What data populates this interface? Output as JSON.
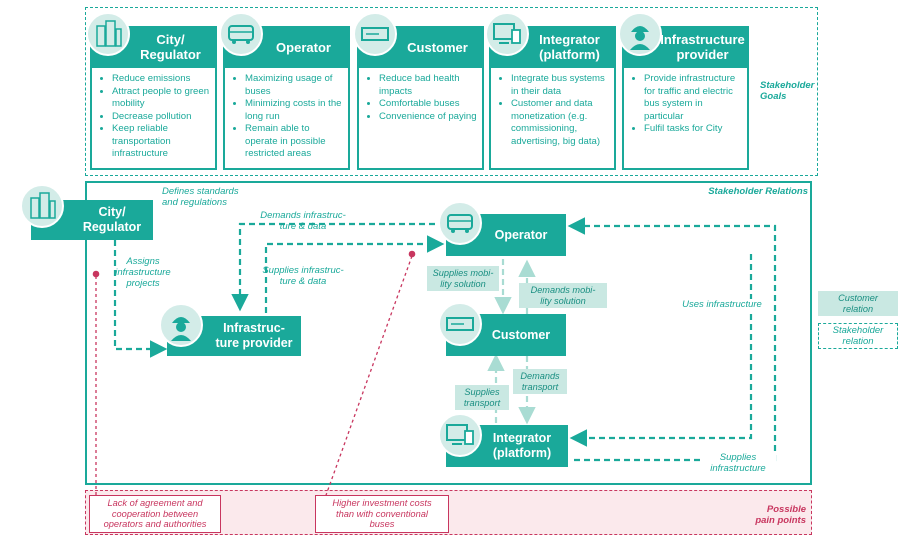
{
  "goals": {
    "section_label": "Stakeholder\nGoals",
    "stakeholders": [
      {
        "title": "City/\nRegulator",
        "icon": "buildings-icon",
        "items": [
          "Reduce emissions",
          "Attract people to green mobility",
          "Decrease pollution",
          "Keep reliable transportation infrastructure"
        ]
      },
      {
        "title": "Operator",
        "icon": "bus-icon",
        "items": [
          "Maximizing usage of buses",
          "Minimizing costs in the long run",
          "Remain able to operate in possible restricted areas"
        ]
      },
      {
        "title": "Customer",
        "icon": "ticket-icon",
        "items": [
          "Reduce bad health impacts",
          "Comfortable buses",
          "Convenience of paying"
        ]
      },
      {
        "title": "Integrator\n(platform)",
        "icon": "devices-icon",
        "items": [
          "Integrate bus systems in their data",
          "Customer and data monetization (e.g. commissioning, advertising, big data)"
        ]
      },
      {
        "title": "Infrastructure\nprovider",
        "icon": "worker-icon",
        "items": [
          "Provide infrastructure for traffic and electric bus system in particular",
          "Fulfil tasks for City"
        ]
      }
    ]
  },
  "relations": {
    "section_label": "Stakeholder Relations",
    "nodes": {
      "city": "City/\nRegulator",
      "infra": "Infrastruc-\nture provider",
      "operator": "Operator",
      "customer": "Customer",
      "integrator": "Integrator\n(platform)"
    },
    "labels": {
      "defines": "Defines standards\nand regulations",
      "assigns": "Assigns\ninfrastructure\nprojects",
      "demands_infra": "Demands infrastruc-\nture & data",
      "supplies_infra": "Supplies infrastruc-\nture & data",
      "uses_infra": "Uses infrastructure",
      "supplies_infra2": "Supplies\ninfrastructure",
      "supplies_mobility": "Supplies mobi-\nlity solution",
      "demands_mobility": "Demands mobi-\nlity solution",
      "supplies_transport": "Supplies\ntransport",
      "demands_transport": "Demands\ntransport"
    }
  },
  "legend": {
    "customer_relation": "Customer\nrelation",
    "stakeholder_relation": "Stakeholder\nrelation"
  },
  "pain_points": {
    "section_label": "Possible\npain points",
    "items": [
      "Lack of agreement and\ncooperation between\noperators and authorities",
      "Higher investment costs\nthan with conventional\nbuses"
    ]
  },
  "colors": {
    "teal": "#1aa99a",
    "light_teal": "#c9e8e2",
    "pink": "#c8365f",
    "pink_bg": "#fbe9ec"
  }
}
